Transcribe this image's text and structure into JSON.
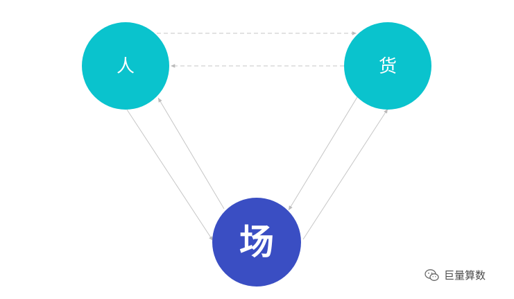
{
  "nodes": {
    "people": {
      "label": "人",
      "color": "#0AC3CD"
    },
    "goods": {
      "label": "货",
      "color": "#0AC3CD"
    },
    "place": {
      "label": "场",
      "color": "#3A4EC3"
    }
  },
  "edge_color": "#BBBBBB",
  "watermark": {
    "text": "巨量算数",
    "icon": "wechat-logo-icon"
  }
}
